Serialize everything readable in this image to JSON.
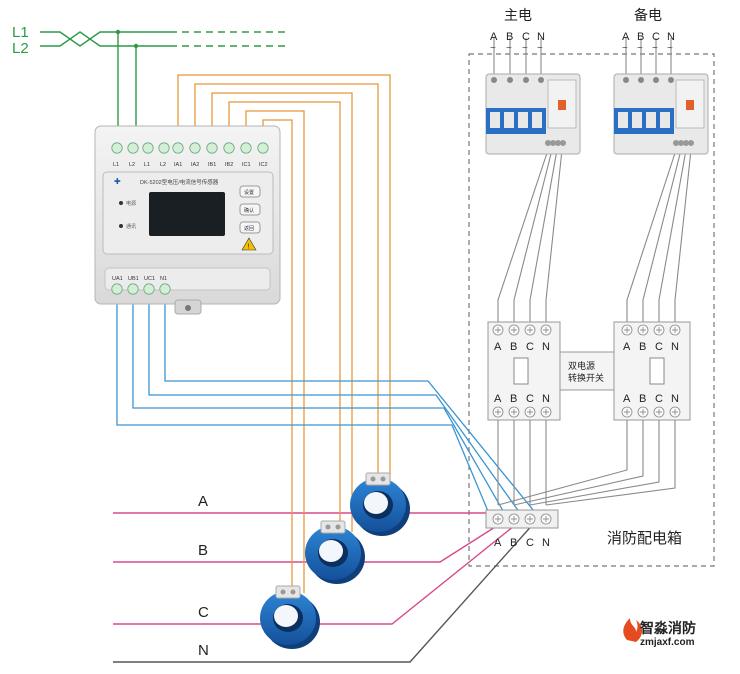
{
  "supply_lines": {
    "l1": "L1",
    "l2": "L2"
  },
  "phase_lines": {
    "a": "A",
    "b": "B",
    "c": "C",
    "n": "N"
  },
  "cabinet": {
    "title": "消防配电箱",
    "main_power_label": "主电",
    "backup_power_label": "备电",
    "terminal_labels": [
      "A",
      "B",
      "C",
      "N"
    ],
    "tilde": "~",
    "ats_label_line1": "双电源",
    "ats_label_line2": "转换开关"
  },
  "sensor_device": {
    "model_text": "DK-5202型电压/电流信号传感器",
    "top_terminal_labels": [
      "L1",
      "L2",
      "L1",
      "L2",
      "IA1",
      "IA2",
      "IB1",
      "IB2",
      "IC1",
      "IC2"
    ],
    "bottom_terminal_labels": [
      "UA1",
      "UB1",
      "UC1",
      "N1"
    ],
    "indicator_labels": [
      "电源",
      "通讯"
    ],
    "button_labels": [
      "设置",
      "确认",
      "返回"
    ]
  },
  "watermark": {
    "brand": "智淼消防",
    "url": "zmjaxf.com"
  },
  "colors": {
    "green": "#2e9a46",
    "orange": "#e8973b",
    "blue": "#3a95d2",
    "pink": "#d94a8d",
    "gray": "#8a8a8a",
    "dark": "#555555"
  }
}
